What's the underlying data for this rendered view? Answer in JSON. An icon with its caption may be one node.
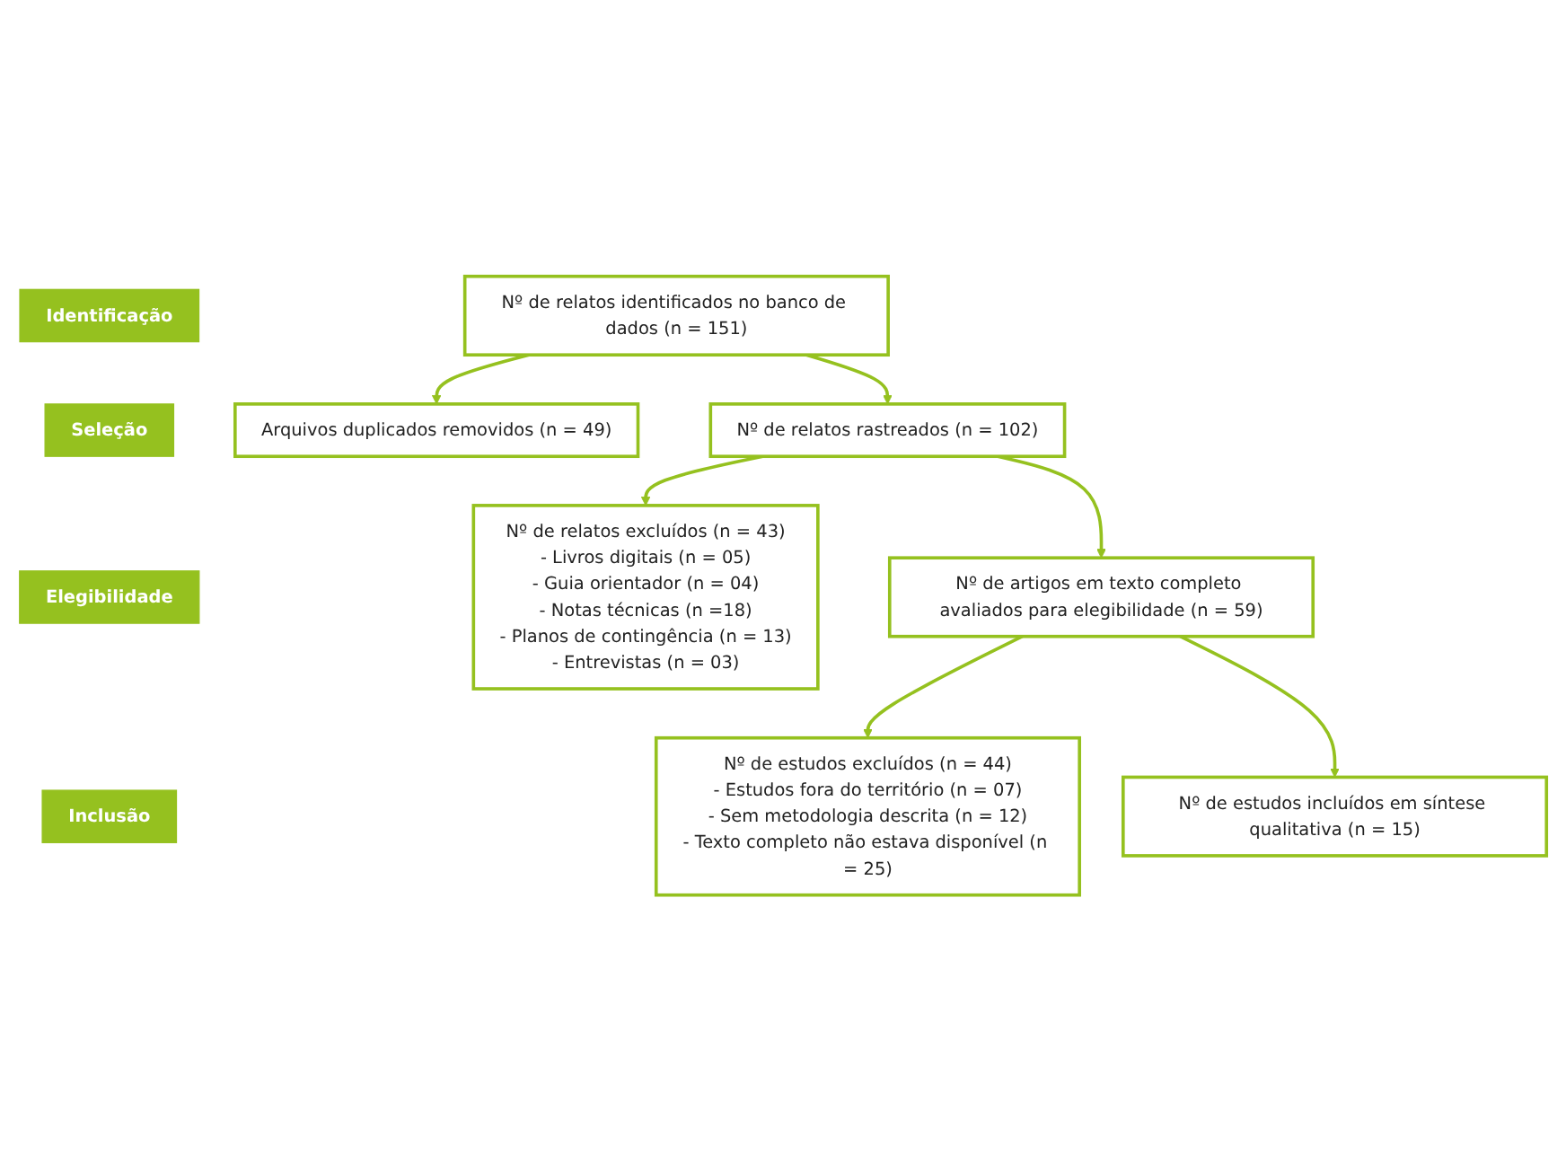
{
  "diagram": {
    "nodes": [
      {
        "text": [
          "Identificação"
        ]
      },
      {
        "text": [
          "Nº de relatos identificados no banco de dados (n = 151)"
        ]
      },
      {
        "text": [
          "Arquivos duplicados removidos (n = 49)"
        ]
      },
      {
        "text": [
          "Seleção"
        ]
      },
      {
        "text": [
          "Nº de relatos rastreados (n = 102)"
        ]
      },
      {
        "text": [
          "Nº de relatos excluídos (n = 43)",
          "- Livros digitais (n = 05)",
          "- Guia orientador (n = 04)",
          "- Notas técnicas (n =18)",
          "- Planos de contingência (n = 13)",
          "- Entrevistas (n = 03)"
        ]
      },
      {
        "text": [
          "Elegibilidade"
        ]
      },
      {
        "text": [
          "Nº de artigos em texto completo avaliados para elegibilidade (n = 59)"
        ]
      },
      {
        "text": [
          "Nº de estudos excluídos (n = 44)",
          "- Estudos fora do território (n = 07)",
          "- Sem metodologia descrita (n = 12)",
          "- Texto completo não estava disponível (n = 25)"
        ]
      },
      {
        "text": [
          "Inclusão"
        ]
      },
      {
        "text": [
          "Nº de estudos incluídos em síntese qualitativa (n = 15)"
        ]
      }
    ],
    "edges": [
      {
        "from": 1,
        "to": 2,
        "arrow": "to"
      },
      {
        "from": 1,
        "to": 4,
        "arrow": "to"
      },
      {
        "from": 4,
        "to": 5,
        "arrow": "to"
      },
      {
        "from": 4,
        "to": 7,
        "arrow": "to"
      },
      {
        "from": 7,
        "to": 8,
        "arrow": "to"
      },
      {
        "from": 7,
        "to": 10,
        "arrow": "to"
      }
    ]
  }
}
